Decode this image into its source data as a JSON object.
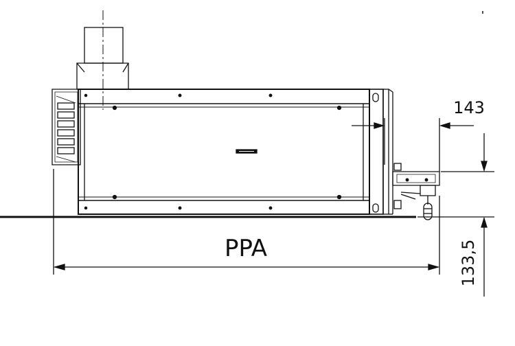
{
  "drawing": {
    "labels": {
      "width_label": "PPA",
      "depth_label": "143",
      "height_label": "133,5"
    },
    "colors": {
      "line": "#111111",
      "background": "#ffffff"
    }
  }
}
